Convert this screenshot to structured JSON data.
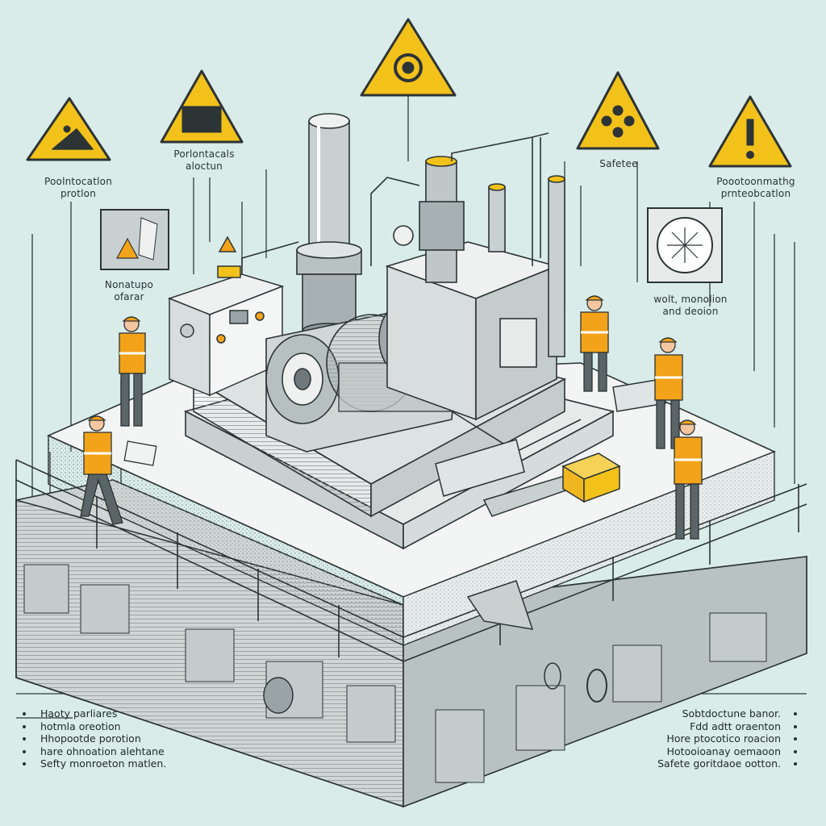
{
  "labels": {
    "top_left_1": "Poolntocatlon",
    "top_left_2": "protlon",
    "top_center_left_1": "Porlontacals",
    "top_center_left_2": "aloctun",
    "top_right": "Safetee",
    "top_far_right_1": "Poootoonmathg",
    "top_far_right_2": "prnteobcatlon",
    "mid_left_1": "Nonatupo",
    "mid_left_2": "ofarar",
    "mid_right_1": "wolt, monolion",
    "mid_right_2": "and deoion"
  },
  "bullets_left": [
    "Haoty parliares",
    "hotmla oreotion",
    "Hhopootde porotion",
    "hare ohnoation alehtane",
    "Sefty monroeton matlen."
  ],
  "bullets_right": [
    "Sobtdoctune banor.",
    "Fdd adtt oraenton",
    "Hore ptocotico roacion",
    "Hotooioanay oemaoon",
    "Safete goritdaoe ootton."
  ],
  "colors": {
    "background": "#d9ece9",
    "sign_yellow": "#f2c21b",
    "vest_orange": "#f3a319",
    "ink": "#2a2f31"
  }
}
